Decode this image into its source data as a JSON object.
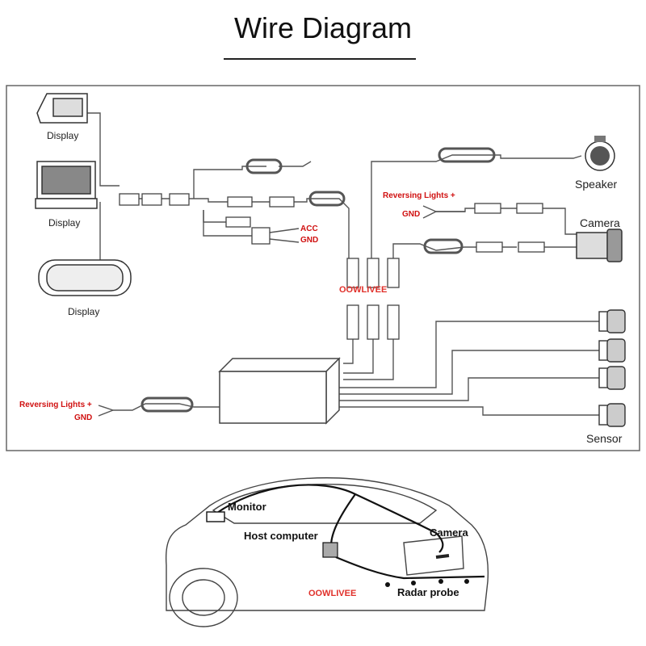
{
  "title": "Wire Diagram",
  "wiring": {
    "display_1": "Display",
    "display_2": "Display",
    "display_3": "Display",
    "speaker": "Speaker",
    "camera": "Camera",
    "sensor": "Sensor",
    "acc": "ACC",
    "acc_gnd": "GND",
    "rev_lights_top": "Reversing Lights +",
    "rev_gnd_top": "GND",
    "rev_lights_bottom": "Reversing Lights +",
    "rev_gnd_bottom": "GND",
    "watermark": "OOWLIVEE"
  },
  "car": {
    "monitor": "Monitor",
    "host_computer": "Host computer",
    "camera": "Camera",
    "radar_probe": "Radar probe",
    "watermark": "OOWLIVEE"
  },
  "colors": {
    "label_red": "#d01010",
    "watermark": "#e0302a",
    "line": "#555555"
  }
}
